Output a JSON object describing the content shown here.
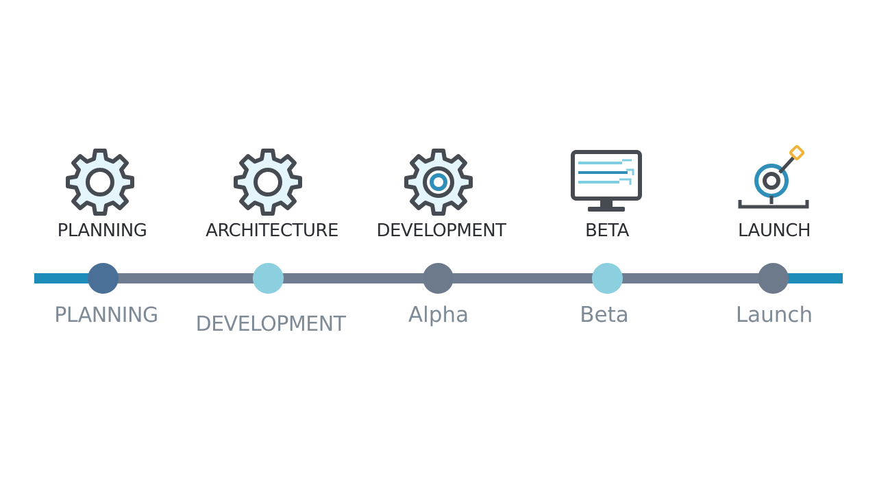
{
  "stages": [
    {
      "top_label": "PLANNING",
      "bottom_label": "PLANNING",
      "icon": "gear-icon",
      "node_color": "#4a7098"
    },
    {
      "top_label": "ARCHITECTURE",
      "bottom_label": "DEVELOPMENT",
      "icon": "gear-icon",
      "node_color": "#8ccfdf"
    },
    {
      "top_label": "DEVELOPMENT",
      "bottom_label": "Alpha",
      "icon": "target-gear-icon",
      "node_color": "#6c7a8c"
    },
    {
      "top_label": "BETA",
      "bottom_label": "Beta",
      "icon": "monitor-icon",
      "node_color": "#8ccfdf"
    },
    {
      "top_label": "LAUNCH",
      "bottom_label": "Launch",
      "icon": "target-stand-icon",
      "node_color": "#6c7a8c"
    }
  ],
  "colors": {
    "track": "#6f7b8e",
    "track_ends": "#1e8cb8",
    "icon_stroke": "#464b52",
    "icon_fill": "#e4f6fb",
    "icon_accent": "#2f8fb8",
    "top_text": "#2b2e33",
    "bottom_text": "#7e8b97"
  }
}
